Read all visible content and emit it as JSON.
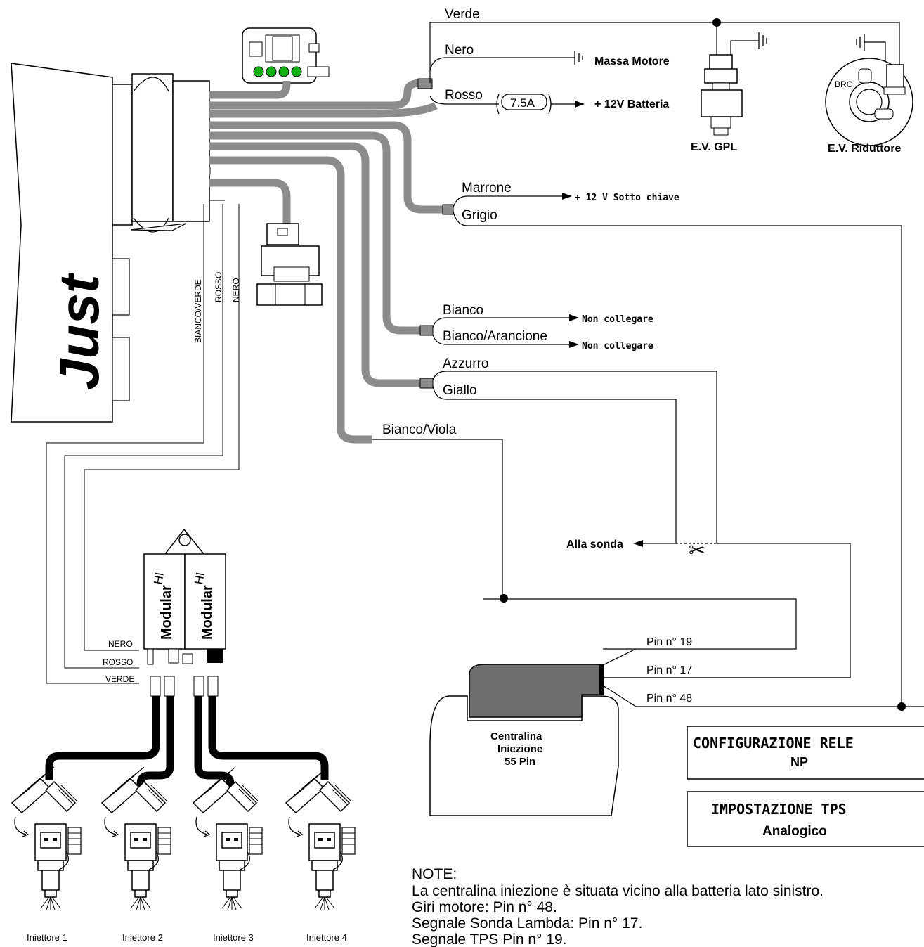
{
  "brand": "Just",
  "wires": {
    "verde": "Verde",
    "nero": "Nero",
    "rosso": "Rosso",
    "marrone": "Marrone",
    "grigio": "Grigio",
    "bianco": "Bianco",
    "bianco_arancione": "Bianco/Arancione",
    "azzurro": "Azzurro",
    "giallo": "Giallo",
    "bianco_viola": "Bianco/Viola"
  },
  "destinations": {
    "massa_motore": "Massa Motore",
    "batteria": "+ 12V Batteria",
    "fuse": "7.5A",
    "sotto_chiave": "+ 12 V Sotto chiave",
    "non_collegare_1": "Non collegare",
    "non_collegare_2": "Non collegare",
    "alla_sonda": "Alla sonda"
  },
  "valves": {
    "gpl": "E.V. GPL",
    "riduttore": "E.V. Riduttore",
    "brc": "BRC"
  },
  "vertical_labels": {
    "bianco_verde": "BIANCO/VERDE",
    "rosso": "ROSSO",
    "nero": "NERO"
  },
  "modular": {
    "label_left": "Modular",
    "label_right": "Modular",
    "hi_left": "HI",
    "hi_right": "HI",
    "nero": "NERO",
    "rosso": "ROSSO",
    "verde": "VERDE"
  },
  "ecu": {
    "line1": "Centralina",
    "line2": "Iniezione",
    "line3": "55 Pin",
    "pin19": "Pin n° 19",
    "pin17": "Pin n° 17",
    "pin48": "Pin n° 48"
  },
  "injectors": [
    "Iniettore 1",
    "Iniettore 2",
    "Iniettore 3",
    "Iniettore 4"
  ],
  "config_box": {
    "line1": "CONFIGURAZIONE RELE",
    "line2": "NP"
  },
  "tps_box": {
    "line1": "IMPOSTAZIONE TPS",
    "line2": "Analogico"
  },
  "notes": [
    "NOTE:",
    "La centralina iniezione è situata vicino alla batteria lato sinistro.",
    "Giri motore: Pin n° 48.",
    "Segnale Sonda Lambda: Pin n° 17.",
    "Segnale TPS Pin n° 19."
  ]
}
